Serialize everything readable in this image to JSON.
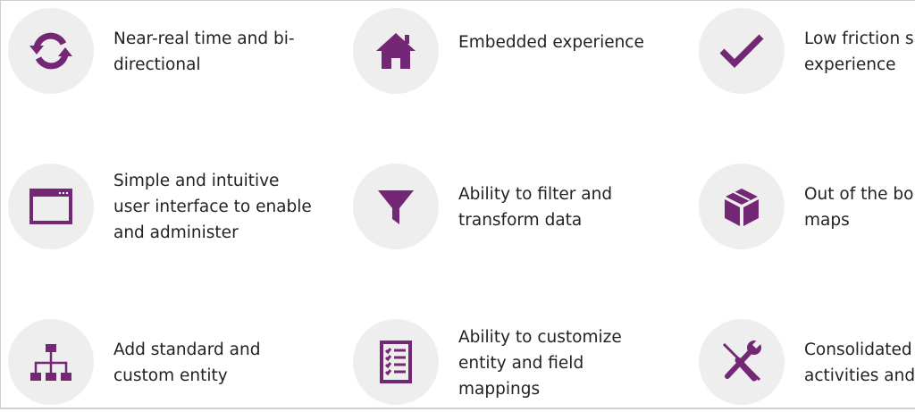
{
  "accent_color": "#742774",
  "features": [
    {
      "icon": "sync-icon",
      "label": "Near-real time and bi-\ndirectional"
    },
    {
      "icon": "home-icon",
      "label": "Embedded experience"
    },
    {
      "icon": "checkmark-icon",
      "label": "Low friction s\nexperience"
    },
    {
      "icon": "window-icon",
      "label": "Simple and intuitive\nuser interface to enable\nand administer"
    },
    {
      "icon": "filter-icon",
      "label": "Ability to filter and\ntransform data"
    },
    {
      "icon": "package-icon",
      "label": "Out of the bo\nmaps"
    },
    {
      "icon": "hierarchy-icon",
      "label": "Add standard and\ncustom entity"
    },
    {
      "icon": "checklist-icon",
      "label": "Ability to customize\nentity and field\nmappings"
    },
    {
      "icon": "tools-icon",
      "label": "Consolidated\nactivities and"
    }
  ]
}
